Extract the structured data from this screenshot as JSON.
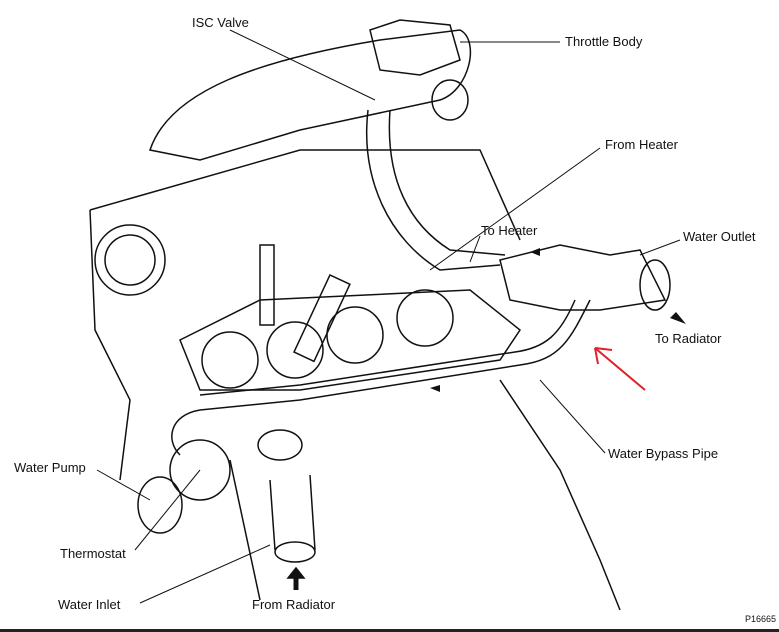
{
  "labels": {
    "isc_valve": "ISC Valve",
    "throttle_body": "Throttle Body",
    "from_heater": "From Heater",
    "to_heater": "To Heater",
    "water_outlet": "Water Outlet",
    "to_radiator": "To Radiator",
    "water_bypass_pipe": "Water Bypass Pipe",
    "water_pump": "Water Pump",
    "thermostat": "Thermostat",
    "water_inlet": "Water Inlet",
    "from_radiator": "From Radiator"
  },
  "figure_code": "P16665",
  "colors": {
    "line": "#111111",
    "highlight_arrow": "#e0202a"
  }
}
